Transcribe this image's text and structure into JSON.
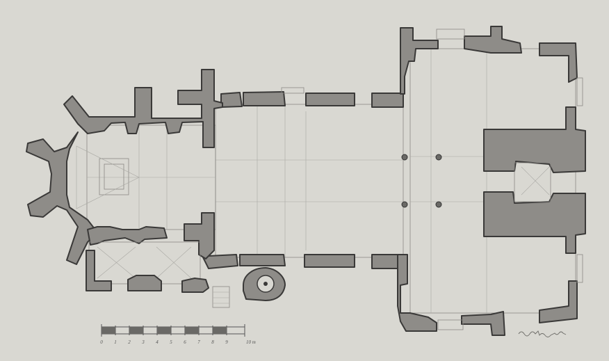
{
  "scale_bar": {
    "ticks": [
      "0",
      "1",
      "2",
      "3",
      "4",
      "5",
      "6",
      "7",
      "8",
      "9"
    ],
    "end_label": "10 m"
  },
  "colors": {
    "paper": "#d9d8d2",
    "wall_fill": "#8e8c88",
    "wall_outline": "#3a3938"
  }
}
